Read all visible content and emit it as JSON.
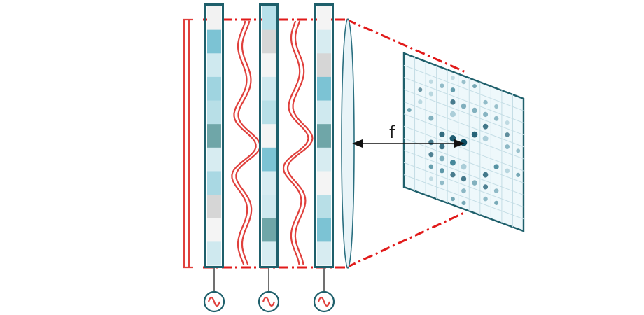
{
  "labels": {
    "focal_length": "f"
  },
  "colors": {
    "beam_red": "#e0403c",
    "dash_red": "#e11a1a",
    "frame_teal": "#1e5f6b",
    "arrow": "#111111",
    "grid_bg": "#eef8fb",
    "grid_line": "#c4dde5",
    "lens_fill": "#e9f4f8",
    "lens_stroke": "#2a6f80"
  },
  "diagram": {
    "modulators": [
      {
        "name": "modulator-1",
        "cells": [
          "#f2f2f2",
          "#7cc3d4",
          "#cfe9ef",
          "#9fd4e0",
          "#b8dfe7",
          "#6fa6a8",
          "#d7ecf1",
          "#a9d8e3",
          "#d6d6d6",
          "#f4f4f4",
          "#cfe9ef"
        ]
      },
      {
        "name": "modulator-2",
        "cells": [
          "#b7e0ea",
          "#d6d6d6",
          "#f4f4f4",
          "#cfe9ef",
          "#b8dfe7",
          "#f4f4f4",
          "#7cc3d4",
          "#d7ecf1",
          "#cfe9ef",
          "#6fa6a8",
          "#d7ecf1"
        ]
      },
      {
        "name": "modulator-3",
        "cells": [
          "#f4f4f4",
          "#d7ecf1",
          "#d6d6d6",
          "#7cc3d4",
          "#cfe9ef",
          "#6fa6a8",
          "#d7ecf1",
          "#f4f4f4",
          "#b8dfe7",
          "#7cc3d4",
          "#d7ecf1"
        ]
      }
    ],
    "signal_sources": [
      "source-1",
      "source-2",
      "source-3"
    ]
  }
}
